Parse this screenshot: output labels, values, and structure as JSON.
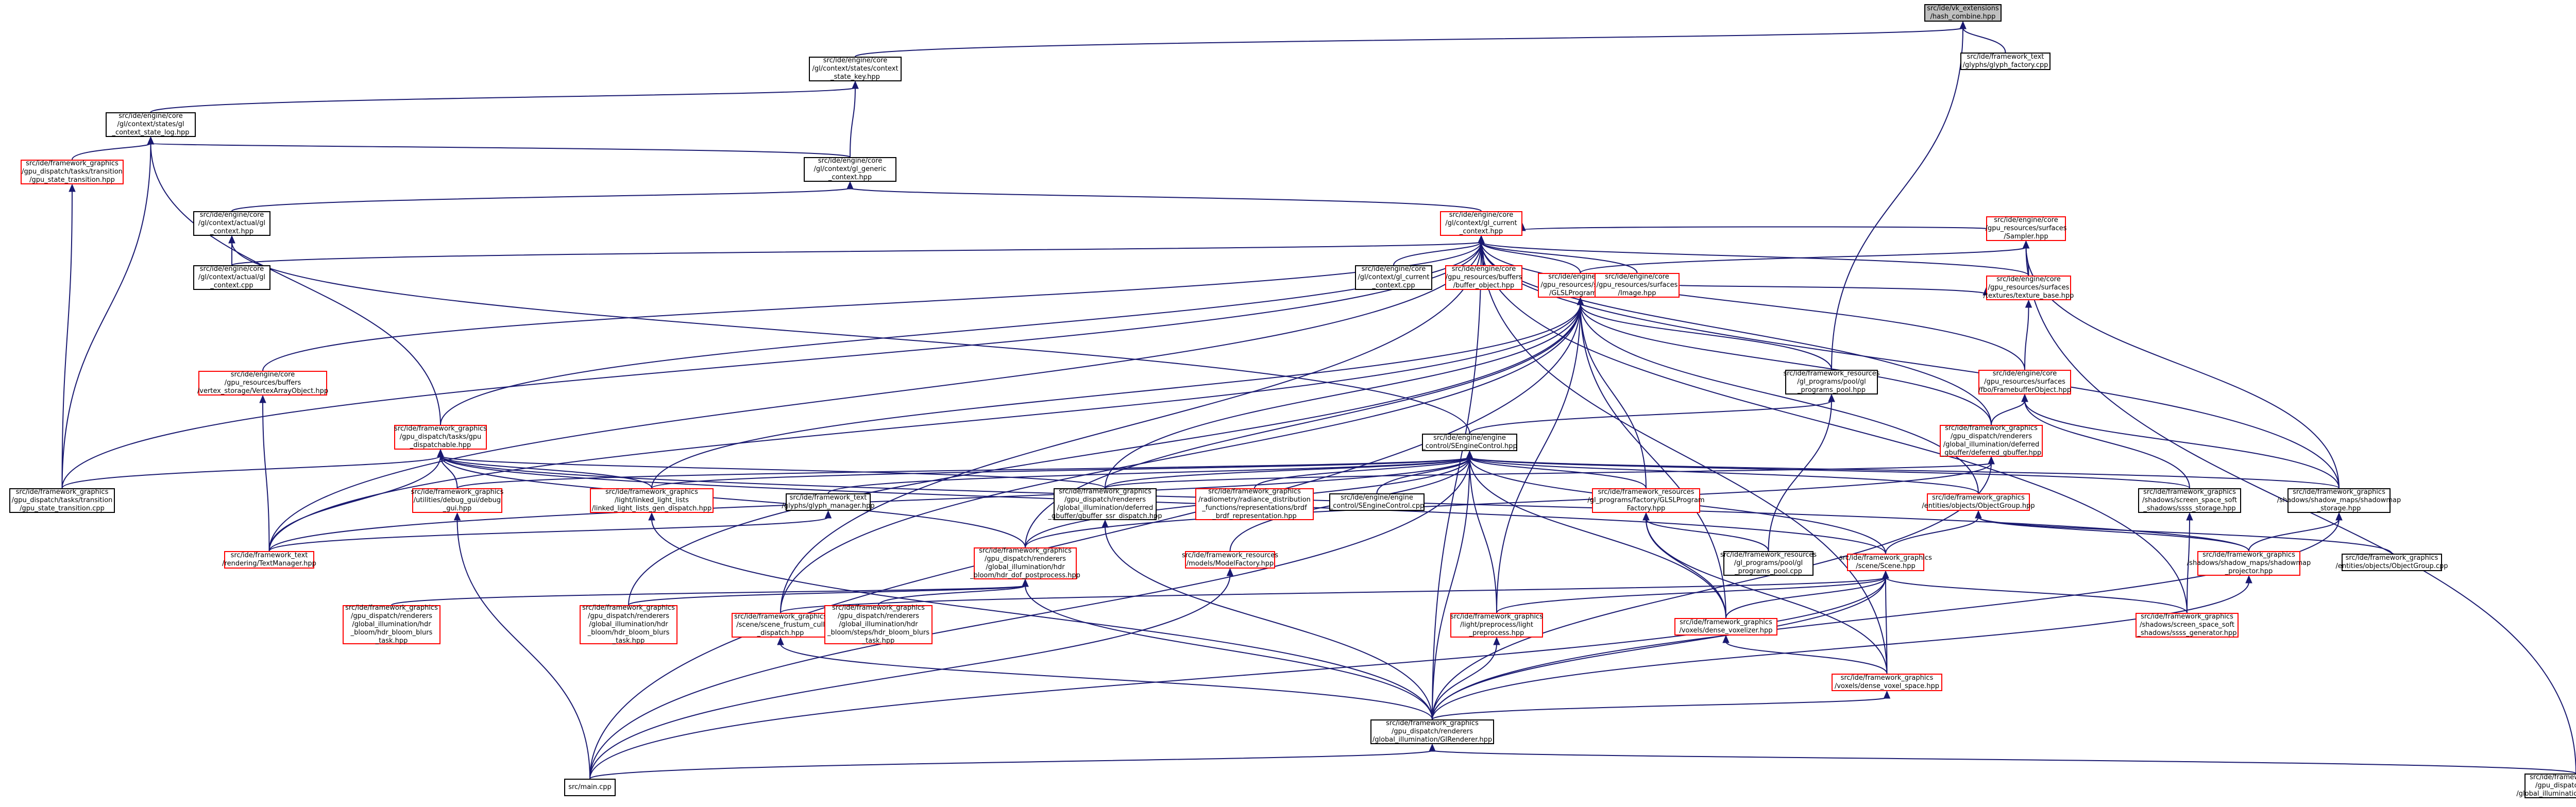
{
  "colors": {
    "edge": "#191970",
    "warn_border": "#ff0000",
    "normal_border": "#000000",
    "root_fill": "#bfbfbf"
  },
  "nodes": [
    {
      "id": "root",
      "lines": [
        "src/ide/vk_extensions",
        "/hash_combine.hpp"
      ],
      "style": "root"
    },
    {
      "id": "glyph_factory",
      "lines": [
        "src/ide/framework_text",
        "/glyphs/glyph_factory.cpp"
      ],
      "style": "normal"
    },
    {
      "id": "context_state_key",
      "lines": [
        "src/ide/engine/core",
        "/gl/context/states/context",
        "_state_key.hpp"
      ],
      "style": "normal"
    },
    {
      "id": "context_state_log",
      "lines": [
        "src/ide/engine/core",
        "/gl/context/states/gl",
        "_context_state_log.hpp"
      ],
      "style": "normal"
    },
    {
      "id": "gl_generic_context",
      "lines": [
        "src/ide/engine/core",
        "/gl/context/gl_generic",
        "_context.hpp"
      ],
      "style": "normal"
    },
    {
      "id": "gpu_state_transition",
      "lines": [
        "src/ide/framework_graphics",
        "/gpu_dispatch/tasks/transition",
        "/gpu_state_transition.hpp"
      ],
      "style": "red"
    },
    {
      "id": "actual_gl_context_hpp",
      "lines": [
        "src/ide/engine/core",
        "/gl/context/actual/gl",
        "_context.hpp"
      ],
      "style": "normal"
    },
    {
      "id": "actual_gl_context_cpp",
      "lines": [
        "src/ide/engine/core",
        "/gl/context/actual/gl",
        "_context.cpp"
      ],
      "style": "normal"
    },
    {
      "id": "gl_current_context_hpp",
      "lines": [
        "src/ide/engine/core",
        "/gl/context/gl_current",
        "_context.hpp"
      ],
      "style": "red"
    },
    {
      "id": "gl_current_context_cpp",
      "lines": [
        "src/ide/engine/core",
        "/gl/context/gl_current",
        "_context.cpp"
      ],
      "style": "normal"
    },
    {
      "id": "buffer_object",
      "lines": [
        "src/ide/engine/core",
        "/gpu_resources/buffers",
        "/buffer_object.hpp"
      ],
      "style": "red"
    },
    {
      "id": "sampler",
      "lines": [
        "src/ide/engine/core",
        "/gpu_resources/surfaces",
        "/Sampler.hpp"
      ],
      "style": "red"
    },
    {
      "id": "glslprogram",
      "lines": [
        "src/ide/engine/core",
        "/gpu_resources/shaders",
        "/GLSLProgram.hpp"
      ],
      "style": "red"
    },
    {
      "id": "image",
      "lines": [
        "src/ide/engine/core",
        "/gpu_resources/surfaces",
        "/Image.hpp"
      ],
      "style": "red"
    },
    {
      "id": "texture_base",
      "lines": [
        "src/ide/engine/core",
        "/gpu_resources/surfaces",
        "/textures/texture_base.hpp"
      ],
      "style": "red"
    },
    {
      "id": "vertex_array",
      "lines": [
        "src/ide/engine/core",
        "/gpu_resources/buffers",
        "/vertex_storage/VertexArrayObject.hpp"
      ],
      "style": "red"
    },
    {
      "id": "gl_programs_pool_hpp",
      "lines": [
        "src/ide/framework_resources",
        "/gl_programs/pool/gl",
        "_programs_pool.hpp"
      ],
      "style": "normal"
    },
    {
      "id": "framebuffer",
      "lines": [
        "src/ide/engine/core",
        "/gpu_resources/surfaces",
        "/fbo/FramebufferObject.hpp"
      ],
      "style": "red"
    },
    {
      "id": "gpu_dispatchable",
      "lines": [
        "src/ide/framework_graphics",
        "/gpu_dispatch/tasks/gpu",
        "_dispatchable.hpp"
      ],
      "style": "red"
    },
    {
      "id": "sgenginecontrol_hpp",
      "lines": [
        "src/ide/engine/engine",
        "_control/SEngineControl.hpp"
      ],
      "style": "normal"
    },
    {
      "id": "deferred_gbuffer",
      "lines": [
        "src/ide/framework_graphics",
        "/gpu_dispatch/renderers",
        "/global_illumination/deferred",
        "_gbuffer/deferred_gbuffer.hpp"
      ],
      "style": "red"
    },
    {
      "id": "gpu_state_transition_cpp",
      "lines": [
        "src/ide/framework_graphics",
        "/gpu_dispatch/tasks/transition",
        "/gpu_state_transition.cpp"
      ],
      "style": "normal"
    },
    {
      "id": "debug_gui",
      "lines": [
        "src/ide/framework_graphics",
        "/utilities/debug_gui/debug",
        "_gui.hpp"
      ],
      "style": "red"
    },
    {
      "id": "linked_light_lists",
      "lines": [
        "src/ide/framework_graphics",
        "/light/linked_light_lists",
        "/linked_light_lists_gen_dispatch.hpp"
      ],
      "style": "red"
    },
    {
      "id": "glyph_manager",
      "lines": [
        "src/ide/framework_text",
        "/glyphs/glyph_manager.hpp"
      ],
      "style": "normal"
    },
    {
      "id": "gbuffer_ssr",
      "lines": [
        "src/ide/framework_graphics",
        "/gpu_dispatch/renderers",
        "/global_illumination/deferred",
        "_gbuffer/gbuffer_ssr_dispatch.hpp"
      ],
      "style": "normal"
    },
    {
      "id": "radiance_distribution",
      "lines": [
        "src/ide/framework_graphics",
        "/radiometry/radiance_distribution",
        "_functions/representations/brdf",
        "_brdf_representation.hpp"
      ],
      "style": "red"
    },
    {
      "id": "sgenginecontrol_cpp",
      "lines": [
        "src/ide/engine/engine",
        "_control/SEngineControl.cpp"
      ],
      "style": "normal"
    },
    {
      "id": "glslprogram_factory",
      "lines": [
        "src/ide/framework_resources",
        "/gl_programs/factory/GLSLProgram",
        "Factory.hpp"
      ],
      "style": "red"
    },
    {
      "id": "object_group_hpp",
      "lines": [
        "src/ide/framework_graphics",
        "/entities/objects/ObjectGroup.hpp"
      ],
      "style": "red"
    },
    {
      "id": "shadows_ssss_storage",
      "lines": [
        "src/ide/framework_graphics",
        "/shadows/screen_space_soft",
        "_shadows/ssss_storage.hpp"
      ],
      "style": "normal"
    },
    {
      "id": "shadowmap_storage",
      "lines": [
        "src/ide/framework_graphics",
        "/shadows/shadow_maps/shadowmap",
        "_storage.hpp"
      ],
      "style": "normal"
    },
    {
      "id": "text_manager",
      "lines": [
        "src/ide/framework_text",
        "/rendering/TextManager.hpp"
      ],
      "style": "red"
    },
    {
      "id": "model_factory",
      "lines": [
        "src/ide/framework_resources",
        "/models/ModelFactory.hpp"
      ],
      "style": "red"
    },
    {
      "id": "hdr_bloom_postprocess",
      "lines": [
        "src/ide/framework_graphics",
        "/gpu_dispatch/renderers",
        "/global_illumination/hdr",
        "_bloom/hdr_dof_postprocess.hpp"
      ],
      "style": "red"
    },
    {
      "id": "gl_programs_pool_cpp",
      "lines": [
        "src/ide/framework_resources",
        "/gl_programs/pool/gl",
        "_programs_pool.cpp"
      ],
      "style": "normal"
    },
    {
      "id": "scene_hpp",
      "lines": [
        "src/ide/framework_graphics",
        "/scene/Scene.hpp"
      ],
      "style": "red"
    },
    {
      "id": "shadowmap_projector",
      "lines": [
        "src/ide/framework_graphics",
        "/shadows/shadow_maps/shadowmap",
        "_projector.hpp"
      ],
      "style": "red"
    },
    {
      "id": "object_group_cpp",
      "lines": [
        "src/ide/framework_graphics",
        "/entities/objects/ObjectGroup.cpp"
      ],
      "style": "normal"
    },
    {
      "id": "hdr_bloom_blurs_task",
      "lines": [
        "src/ide/framework_graphics",
        "/gpu_dispatch/renderers",
        "/global_illumination/hdr",
        "_bloom/hdr_bloom_blurs",
        "_task.hpp"
      ],
      "style": "red"
    },
    {
      "id": "hdr_bloom_blurs_task2",
      "lines": [
        "src/ide/framework_graphics",
        "/gpu_dispatch/renderers",
        "/global_illumination/hdr",
        "_bloom/hdr_bloom_blurs",
        "_task.hpp"
      ],
      "style": "red"
    },
    {
      "id": "scene_frustum_cull",
      "lines": [
        "src/ide/framework_graphics",
        "/scene/scene_frustum_cull",
        "_dispatch.hpp"
      ],
      "style": "red"
    },
    {
      "id": "hdr_bloom_lum_task",
      "lines": [
        "src/ide/framework_graphics",
        "/gpu_dispatch/renderers",
        "/global_illumination/hdr",
        "_bloom/steps/hdr_bloom_blurs",
        "_task.hpp"
      ],
      "style": "red"
    },
    {
      "id": "light_preprocess",
      "lines": [
        "src/ide/framework_graphics",
        "/light/preprocess/light",
        "_preprocess.hpp"
      ],
      "style": "red"
    },
    {
      "id": "dense_voxelizer",
      "lines": [
        "src/ide/framework_graphics",
        "/voxels/dense_voxelizer.hpp"
      ],
      "style": "red"
    },
    {
      "id": "ssss_generator",
      "lines": [
        "src/ide/framework_graphics",
        "/shadows/screen_space_soft",
        "_shadows/ssss_generator.hpp"
      ],
      "style": "red"
    },
    {
      "id": "dense_voxel_space",
      "lines": [
        "src/ide/framework_graphics",
        "/voxels/dense_voxel_space.hpp"
      ],
      "style": "red"
    },
    {
      "id": "gi_renderer_hpp",
      "lines": [
        "src/ide/framework_graphics",
        "/gpu_dispatch/renderers",
        "/global_illumination/GIRenderer.hpp"
      ],
      "style": "normal"
    },
    {
      "id": "main_cpp",
      "lines": [
        "src/main.cpp"
      ],
      "style": "normal"
    },
    {
      "id": "gi_renderer_cpp",
      "lines": [
        "src/ide/framework_graphics",
        "/gpu_dispatch/renderers",
        "/global_illumination/GIRenderer.cpp"
      ],
      "style": "normal"
    }
  ]
}
